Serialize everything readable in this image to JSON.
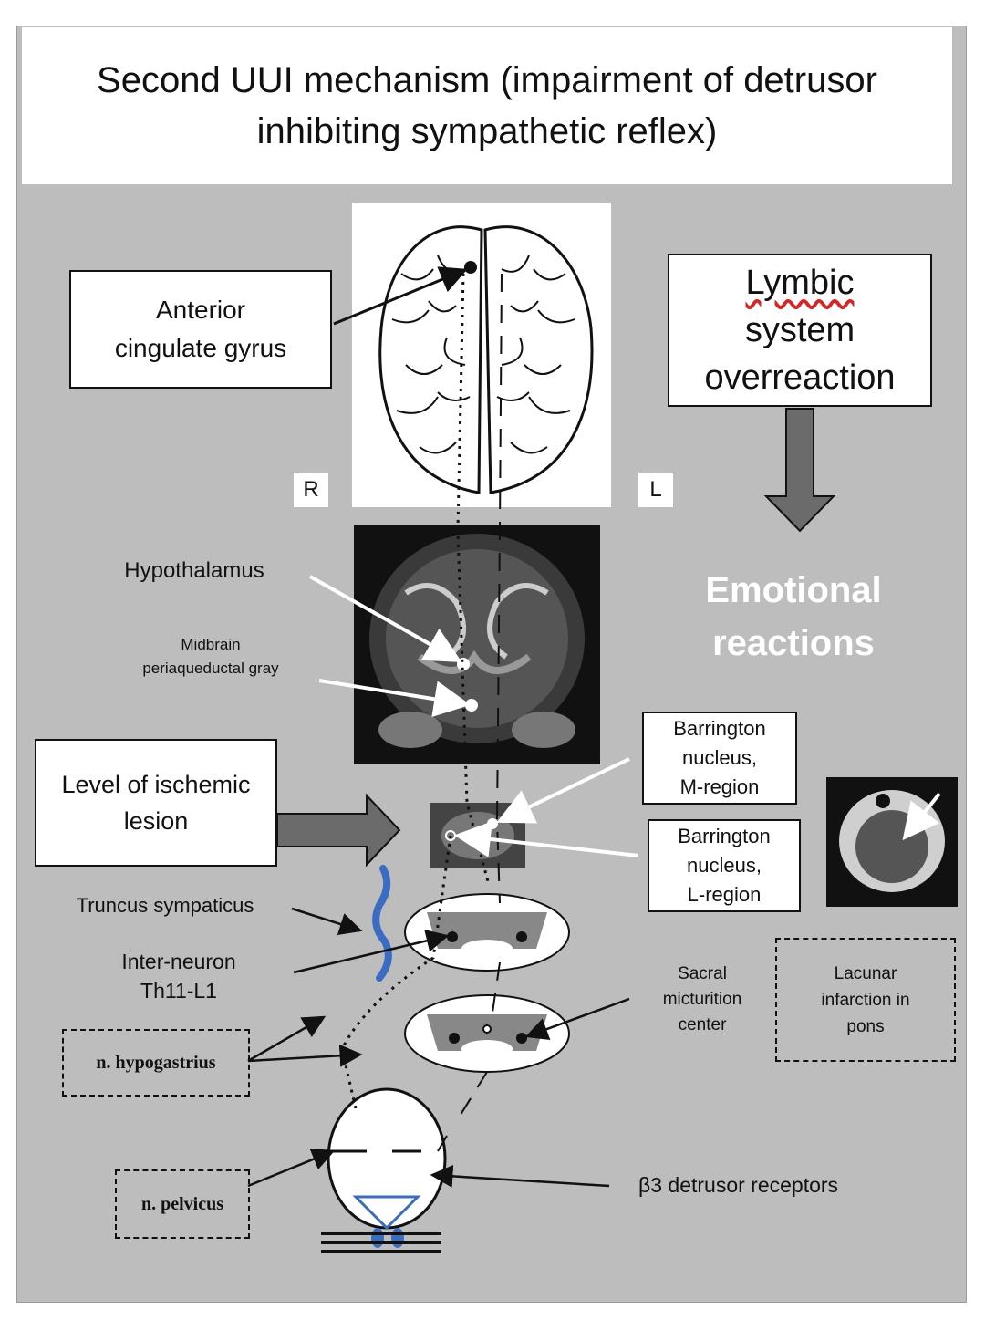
{
  "title": {
    "line1": "Second UUI mechanism (impairment of detrusor",
    "line2": "inhibiting sympathetic reflex)"
  },
  "labels": {
    "anterior_cingulate": [
      "Anterior",
      "cingulate gyrus"
    ],
    "lymbic": [
      "Lymbic",
      "system",
      "overreaction"
    ],
    "side_right": "R",
    "side_left": "L",
    "emotional": [
      "Emotional",
      "reactions"
    ],
    "hypothalamus": "Hypothalamus",
    "midbrain": [
      "Midbrain",
      "periaqueductal gray"
    ],
    "ischemic_level": [
      "Level of ischemic",
      "lesion"
    ],
    "barrington_m": [
      "Barrington",
      "nucleus,",
      "M-region"
    ],
    "barrington_l": [
      "Barrington",
      "nucleus,",
      "L-region"
    ],
    "truncus": "Truncus sympaticus",
    "interneuron": [
      "Inter-neuron",
      "Th11-L1"
    ],
    "sacral": [
      "Sacral",
      "micturition",
      "center"
    ],
    "lacunar": [
      "Lacunar",
      "infarction in",
      "pons"
    ],
    "hypogastricus": "n. hypogastrius",
    "pelvicus": "n. pelvicus",
    "beta3": "β3 detrusor receptors"
  },
  "colors": {
    "background": "#bdbdbd",
    "nerve_blue": "#3b6cc4",
    "box_border": "#111111",
    "emotional_text": "#ffffff"
  },
  "icons": [
    "brain-top-view-icon",
    "coronal-mri-icon",
    "pons-section-icon",
    "pons-lesion-mri-icon",
    "spinal-cord-section-icon",
    "bladder-icon",
    "down-arrow-icon",
    "right-arrow-icon"
  ]
}
